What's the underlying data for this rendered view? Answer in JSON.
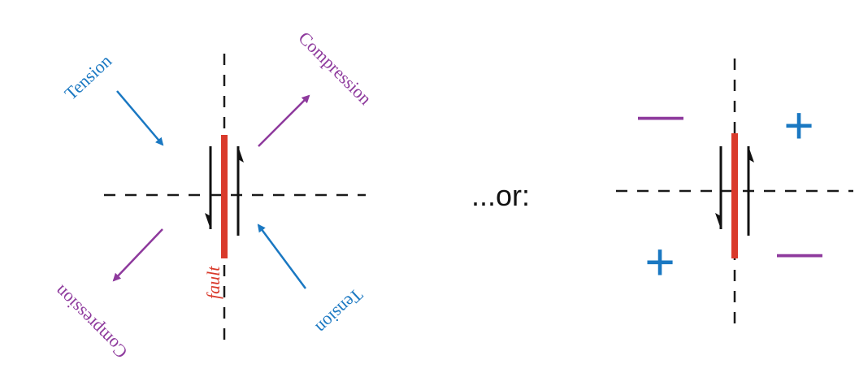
{
  "colors": {
    "tension": "#1a78c2",
    "compression": "#8e3a9d",
    "fault": "#d93a2b",
    "axis": "#1a1a1a",
    "motion": "#111111"
  },
  "left_diagram": {
    "tension_upper": "Tension",
    "compression_upper": "Compression",
    "compression_lower": "Compression",
    "tension_lower": "Tension",
    "fault_label": "fault"
  },
  "separator_text": "...or:",
  "right_diagram": {
    "quadrant_upper_left": "—",
    "quadrant_upper_right": "+",
    "quadrant_lower_left": "+",
    "quadrant_lower_right": "—"
  }
}
